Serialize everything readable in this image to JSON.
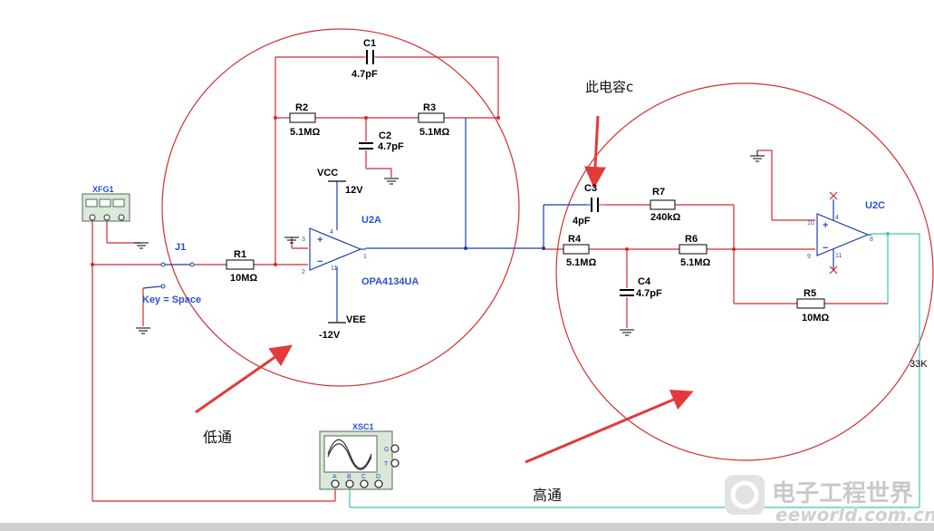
{
  "instruments": {
    "function_generator": "XFG1",
    "oscilloscope": "XSC1",
    "scope_channels": [
      "A",
      "B",
      "C",
      "D"
    ],
    "scope_trigger": [
      "G",
      "T"
    ]
  },
  "switch": {
    "ref": "J1",
    "key": "Key = Space"
  },
  "lowpass": {
    "opamp_ref": "U2A",
    "opamp_model": "OPA4134UA",
    "vcc_label": "VCC",
    "vcc_value": "12V",
    "vee_label": "VEE",
    "vee_value": "-12V",
    "pins": [
      "3",
      "2",
      "1",
      "4",
      "11"
    ],
    "R1": {
      "ref": "R1",
      "value": "10MΩ"
    },
    "R2": {
      "ref": "R2",
      "value": "5.1MΩ"
    },
    "R3": {
      "ref": "R3",
      "value": "5.1MΩ"
    },
    "C1": {
      "ref": "C1",
      "value": "4.7pF"
    },
    "C2": {
      "ref": "C2",
      "value": "4.7pF"
    }
  },
  "highpass": {
    "opamp_ref": "U2C",
    "pins": [
      "10",
      "9",
      "8",
      "4",
      "11"
    ],
    "C3": {
      "ref": "C3",
      "value": "4pF"
    },
    "C4": {
      "ref": "C4",
      "value": "4.7pF"
    },
    "R4": {
      "ref": "R4",
      "value": "5.1MΩ"
    },
    "R5": {
      "ref": "R5",
      "value": "10MΩ"
    },
    "R6": {
      "ref": "R6",
      "value": "5.1MΩ"
    },
    "R7": {
      "ref": "R7",
      "value": "240kΩ"
    }
  },
  "annotations": {
    "capacitor_note": "此电容c",
    "lowpass_label": "低通",
    "highpass_label": "高通",
    "edge_label": "33K"
  },
  "watermark": {
    "cn": "电子工程世界",
    "en": "eeworld.com.cn"
  },
  "colors": {
    "wire_red": "#d42a2a",
    "wire_blue": "#1e3fa8",
    "wire_cyan": "#3cc7b7",
    "annotation_red": "#e23a3a",
    "circle": "#d33030"
  }
}
